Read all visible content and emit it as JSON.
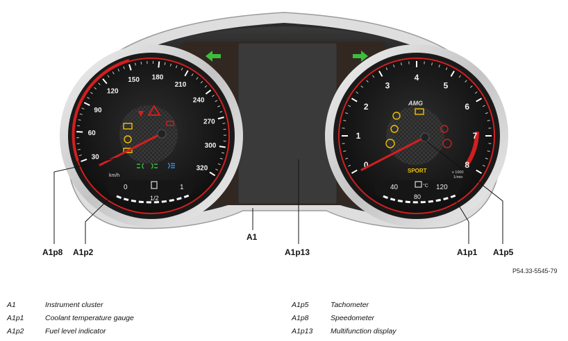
{
  "speedometer": {
    "unit": "km/h",
    "ticks": [
      "30",
      "60",
      "90",
      "120",
      "150",
      "180",
      "210",
      "240",
      "270",
      "300",
      "320"
    ],
    "needle_value": 10
  },
  "fuel": {
    "empty": "0",
    "half": "1/2",
    "full": "1"
  },
  "tachometer": {
    "ticks": [
      "0",
      "1",
      "2",
      "3",
      "4",
      "5",
      "6",
      "7",
      "8"
    ],
    "brand": "AMG",
    "mode": "SPORT",
    "unit_line1": "x 1000",
    "unit_line2": "1/min",
    "needle_value": 0.2
  },
  "coolant": {
    "low": "40",
    "mid": "80",
    "high": "120",
    "symbol": "°C"
  },
  "colors": {
    "accent_red": "#d21f1f",
    "turn_signal": "#3bbf3b",
    "warning_yellow": "#f2c200",
    "bezel": "#2b2b2b"
  },
  "callouts": {
    "a1": "A1",
    "a1p8": "A1p8",
    "a1p2": "A1p2",
    "a1p13": "A1p13",
    "a1p1": "A1p1",
    "a1p5": "A1p5"
  },
  "figure_ref": "P54.33-5545-79",
  "legend": [
    {
      "code": "A1",
      "label": "Instrument cluster"
    },
    {
      "code": "A1p1",
      "label": "Coolant temperature gauge"
    },
    {
      "code": "A1p2",
      "label": "Fuel level indicator"
    },
    {
      "code": "A1p5",
      "label": "Tachometer"
    },
    {
      "code": "A1p8",
      "label": "Speedometer"
    },
    {
      "code": "A1p13",
      "label": "Multifunction display"
    }
  ]
}
